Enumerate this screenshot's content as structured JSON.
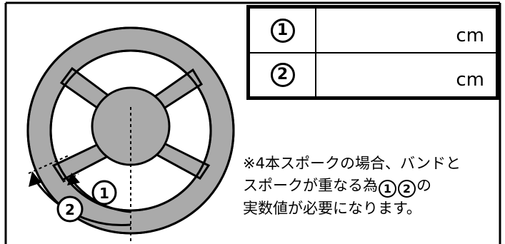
{
  "table": {
    "rows": [
      {
        "marker": "1",
        "unit": "cm"
      },
      {
        "marker": "2",
        "unit": "cm"
      }
    ]
  },
  "diagram": {
    "marker_1": "1",
    "marker_2": "2",
    "wheel_color": "#aaaaaa",
    "arrow_color": "#000000"
  },
  "note": {
    "line1": "※4本スポークの場合、バンドと",
    "line2_pre": "スポークが重なる為",
    "line2_m1": "1",
    "line2_m2": "2",
    "line2_post": "の",
    "line3": "実数値が必要になります。"
  }
}
